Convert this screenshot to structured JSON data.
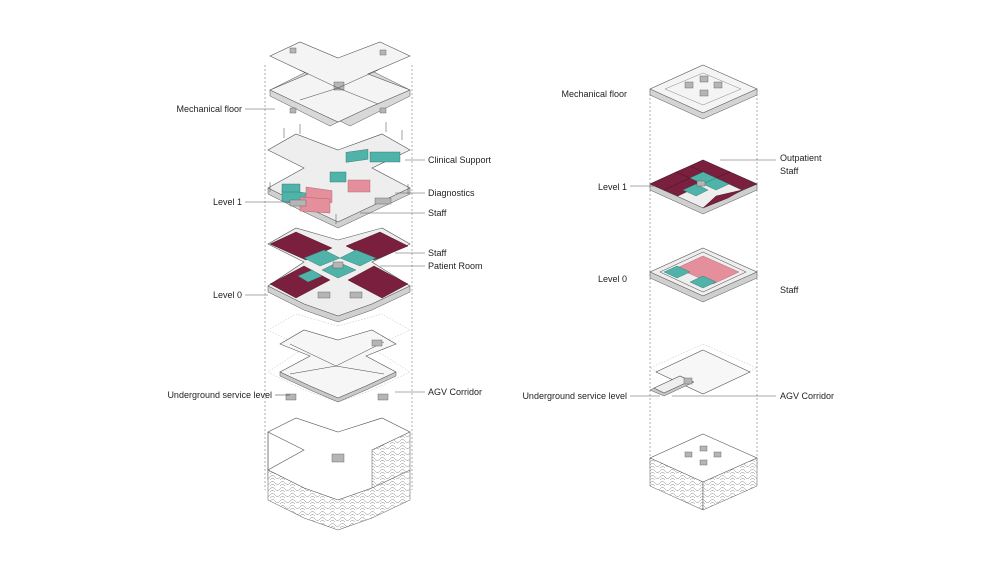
{
  "left_stack": {
    "mechanical_floor": "Mechanical floor",
    "level_1": "Level 1",
    "clinical_support": "Clinical Support",
    "diagnostics": "Diagnostics",
    "staff_l1": "Staff",
    "level_0": "Level 0",
    "staff_l0": "Staff",
    "patient_room": "Patient Room",
    "underground": "Underground service level",
    "agv_corridor": "AGV Corridor"
  },
  "right_stack": {
    "mechanical_floor": "Mechanical floor",
    "level_1": "Level 1",
    "outpatient": "Outpatient",
    "staff_l1": "Staff",
    "level_0": "Level 0",
    "staff_l0": "Staff",
    "underground": "Underground service level",
    "agv_corridor": "AGV Corridor"
  },
  "colors": {
    "patient_room": "#7a1f3d",
    "staff": "#4fb3a9",
    "clinical": "#e58f9c",
    "slab": "#f2f2f2"
  }
}
